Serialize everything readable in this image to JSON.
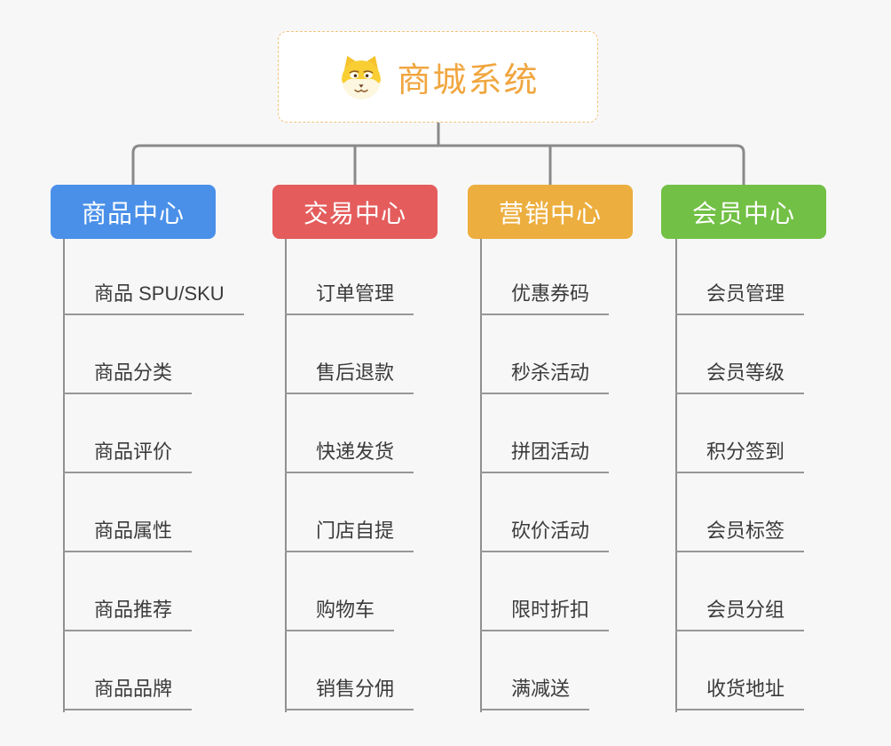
{
  "root": {
    "title": "商城系统",
    "icon": "shiba-dog-icon"
  },
  "theme": {
    "background": "#f7f7f8",
    "connector_color": "#8a8a8a",
    "leaf_line_color": "#949494",
    "root_title_color": "#f0a63f",
    "root_border_color": "#f3c37c",
    "leaf_text_color": "#3b3b3b"
  },
  "branches": [
    {
      "label": "商品中心",
      "color": "#4a90e9",
      "items": [
        "商品 SPU/SKU",
        "商品分类",
        "商品评价",
        "商品属性",
        "商品推荐",
        "商品品牌"
      ]
    },
    {
      "label": "交易中心",
      "color": "#e45c5c",
      "items": [
        "订单管理",
        "售后退款",
        "快递发货",
        "门店自提",
        "购物车",
        "销售分佣"
      ]
    },
    {
      "label": "营销中心",
      "color": "#ecae3e",
      "items": [
        "优惠券码",
        "秒杀活动",
        "拼团活动",
        "砍价活动",
        "限时折扣",
        "满减送"
      ]
    },
    {
      "label": "会员中心",
      "color": "#72c045",
      "items": [
        "会员管理",
        "会员等级",
        "积分签到",
        "会员标签",
        "会员分组",
        "收货地址"
      ]
    }
  ]
}
